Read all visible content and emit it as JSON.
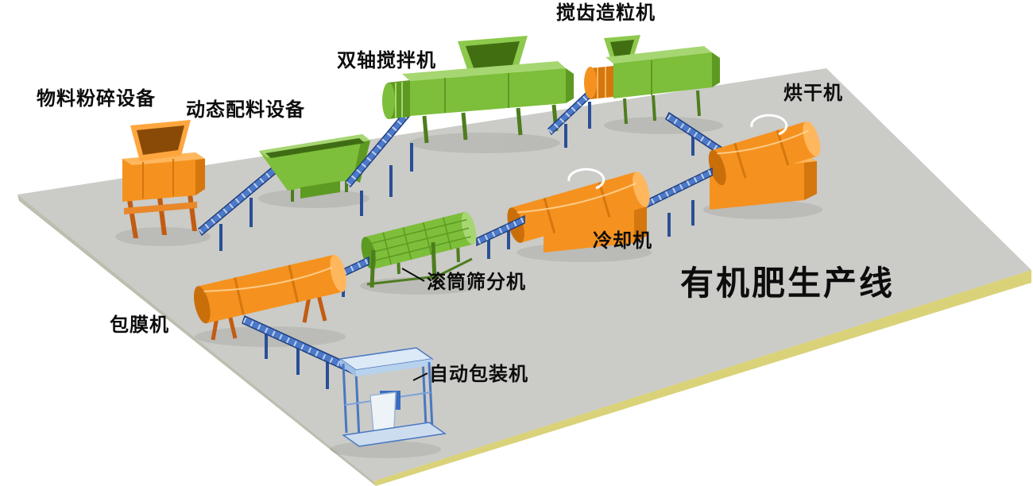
{
  "diagram": {
    "title": "有机肥生产线",
    "machines": [
      {
        "id": "material-crusher",
        "label": "物料粉碎设备"
      },
      {
        "id": "dynamic-batching",
        "label": "动态配料设备"
      },
      {
        "id": "twin-shaft-mixer",
        "label": "双轴搅拌机"
      },
      {
        "id": "stirring-tooth-granulator",
        "label": "搅齿造粒机"
      },
      {
        "id": "dryer",
        "label": "烘干机"
      },
      {
        "id": "cooler",
        "label": "冷却机"
      },
      {
        "id": "drum-screener",
        "label": "滚筒筛分机"
      },
      {
        "id": "coating-machine",
        "label": "包膜机"
      },
      {
        "id": "auto-packing-machine",
        "label": "自动包装机"
      }
    ],
    "colors": {
      "floor": "#cbcbc8",
      "floor_edge": "#d9d279",
      "machine_orange": "#f5921f",
      "machine_green": "#7dbe3a",
      "conveyor_blue": "#4d79c9",
      "packer_blue": "#dce9f6",
      "label_text": "#0d0d0d"
    }
  }
}
